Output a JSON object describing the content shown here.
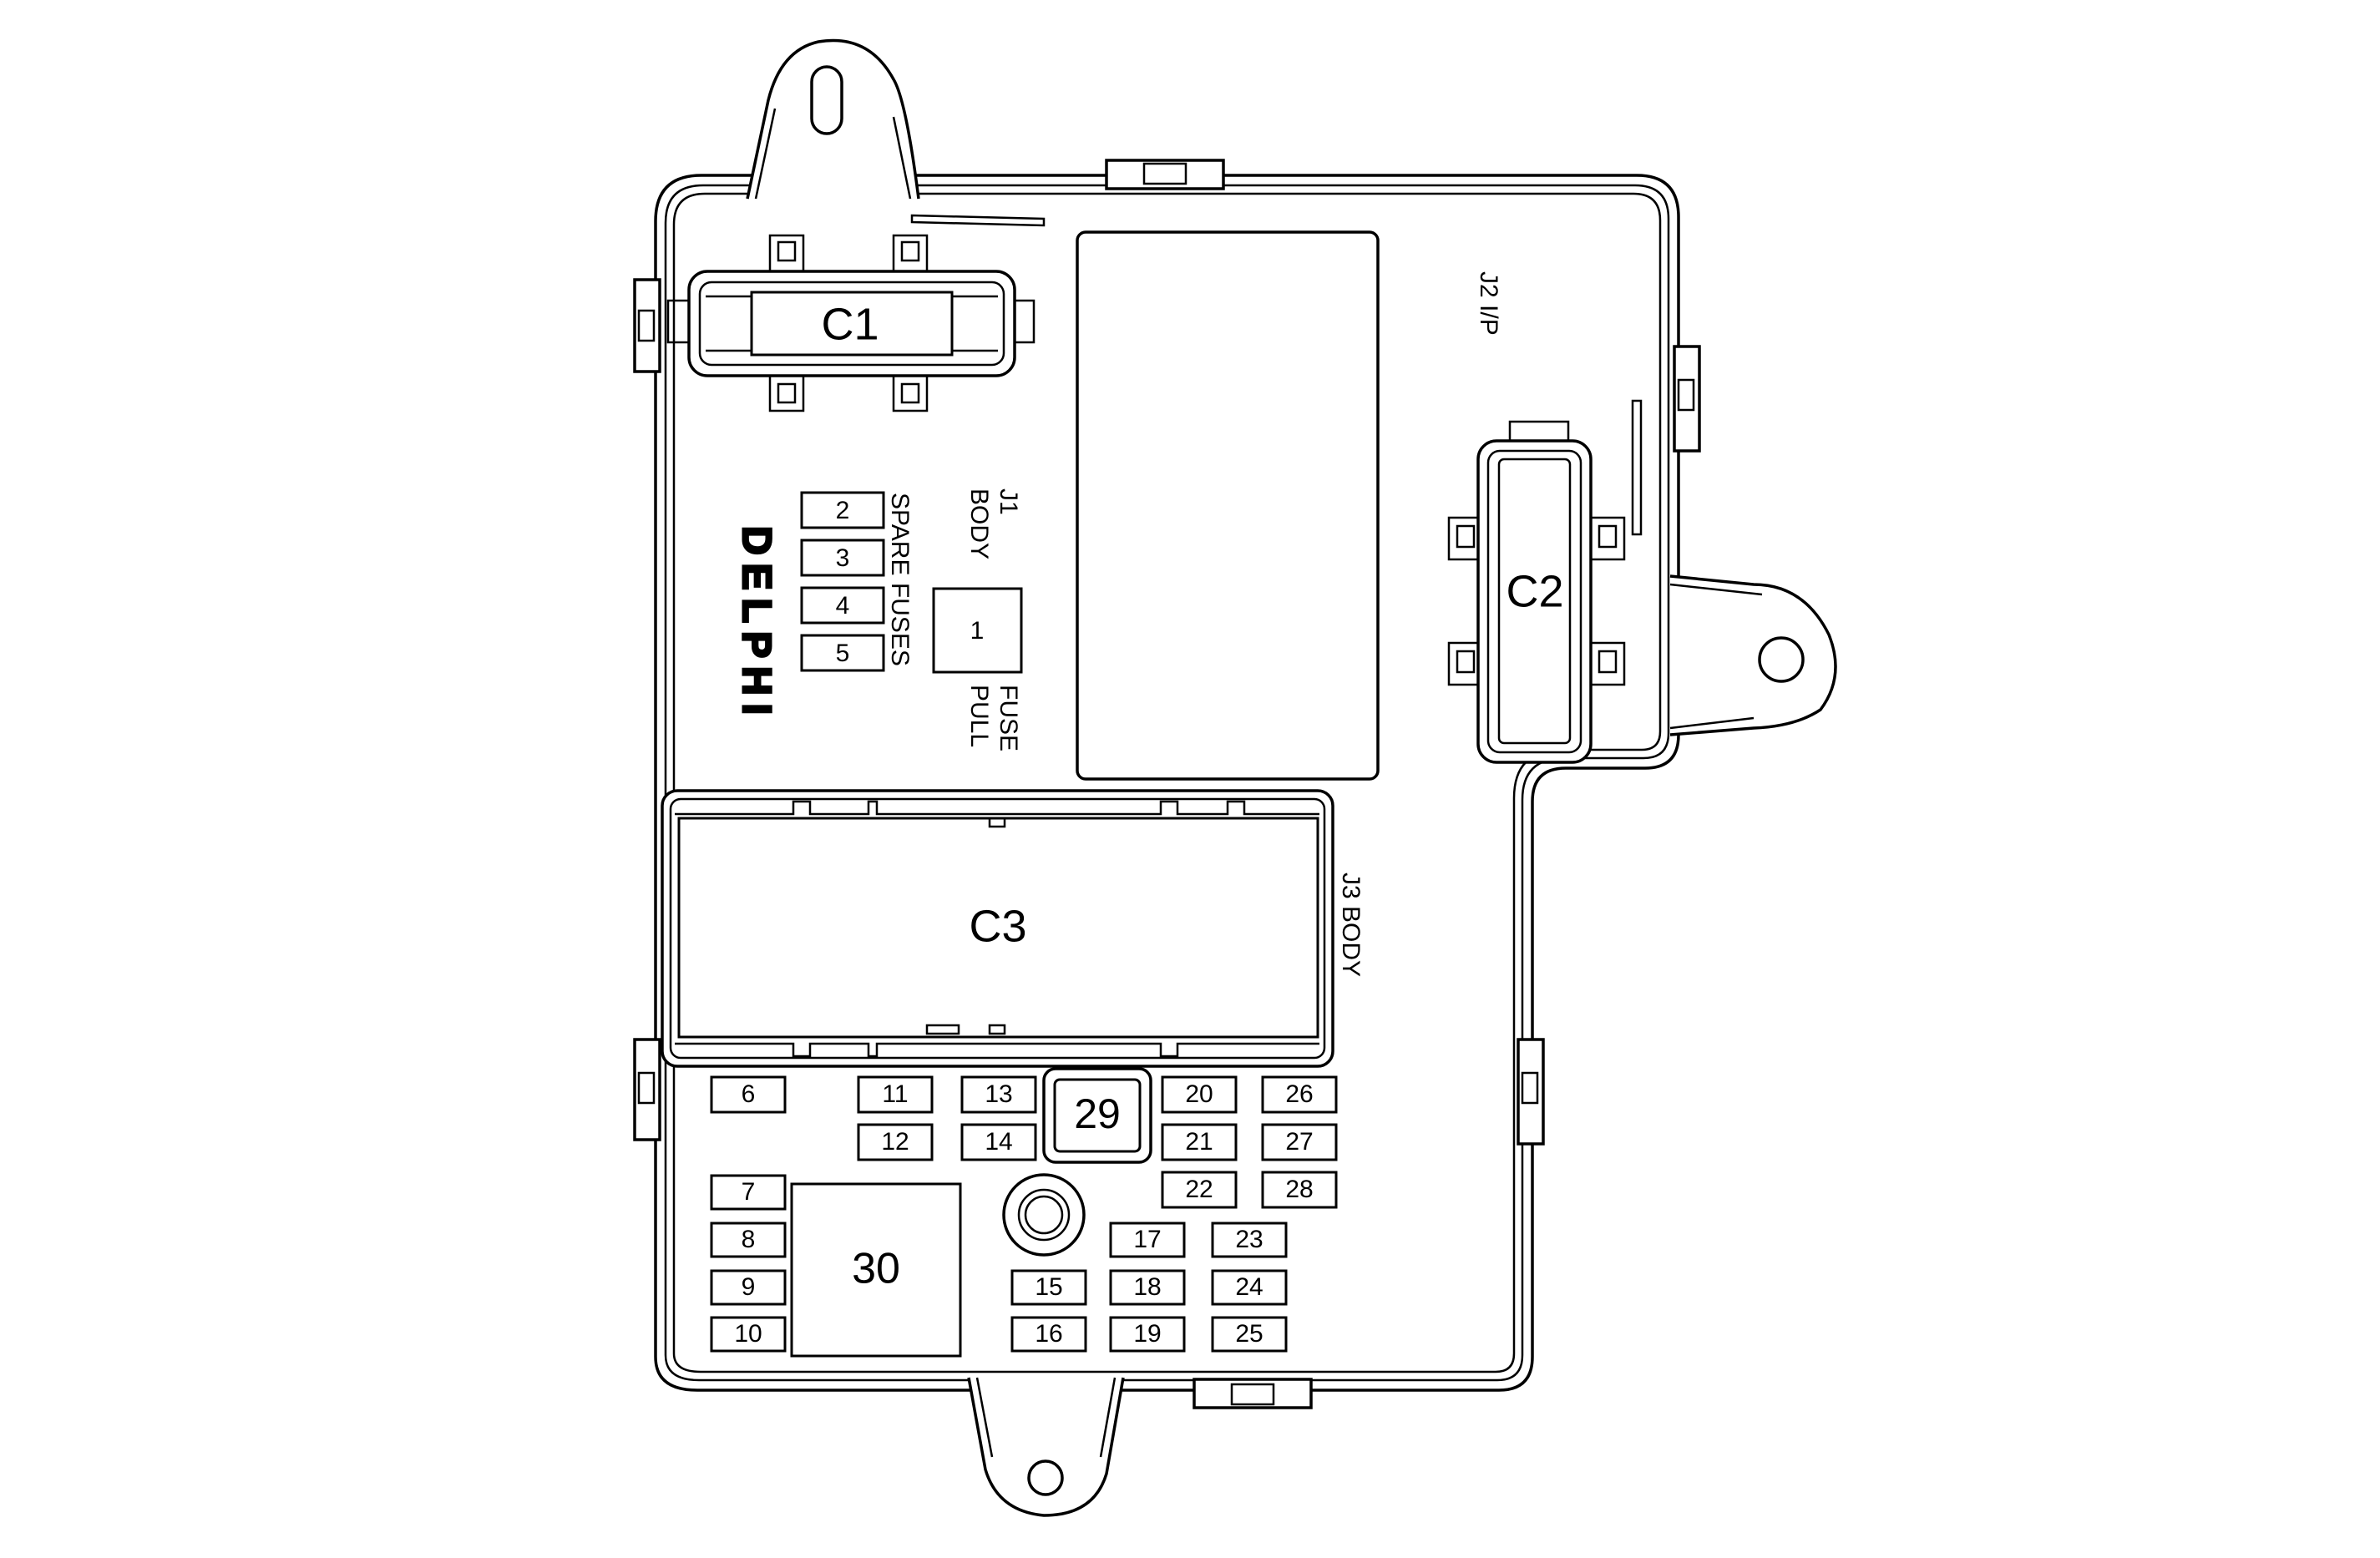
{
  "connectors": {
    "c1": "C1",
    "c2": "C2",
    "c3": "C3"
  },
  "labels": {
    "j1_line1": "J1",
    "j1_line2": "BODY",
    "j2": "J2  I/P",
    "j3": "J3  BODY",
    "spare_fuses": "SPARE FUSES",
    "fuse_pull_line1": "FUSE",
    "fuse_pull_line2": "PULL",
    "brand": "DELPHI"
  },
  "fuses": {
    "f1": "1",
    "f2": "2",
    "f3": "3",
    "f4": "4",
    "f5": "5",
    "f6": "6",
    "f7": "7",
    "f8": "8",
    "f9": "9",
    "f10": "10",
    "f11": "11",
    "f12": "12",
    "f13": "13",
    "f14": "14",
    "f15": "15",
    "f16": "16",
    "f17": "17",
    "f18": "18",
    "f19": "19",
    "f20": "20",
    "f21": "21",
    "f22": "22",
    "f23": "23",
    "f24": "24",
    "f25": "25",
    "f26": "26",
    "f27": "27",
    "f28": "28",
    "f29": "29",
    "f30": "30"
  }
}
